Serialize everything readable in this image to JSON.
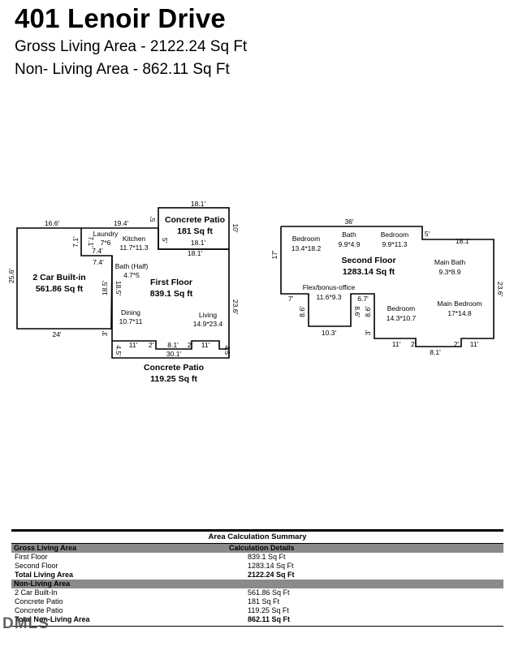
{
  "header": {
    "title": "401 Lenoir Drive",
    "gross_living": "Gross Living Area - 2122.24 Sq Ft",
    "non_living": "Non- Living Area - 862.11 Sq Ft"
  },
  "plan": {
    "garage": {
      "name": "2 Car Built-in",
      "area": "561.86 Sq ft"
    },
    "first_floor": {
      "name": "First Floor",
      "area": "839.1 Sq ft"
    },
    "second_floor": {
      "name": "Second Floor",
      "area": "1283.14 Sq ft"
    },
    "patio_top": {
      "name": "Concrete Patio",
      "area": "181 Sq ft"
    },
    "patio_bottom": {
      "name": "Concrete Patio",
      "area": "119.25 Sq ft"
    },
    "rooms": {
      "laundry": {
        "name": "Laundry",
        "size": "7*6"
      },
      "kitchen": {
        "name": "Kitchen",
        "size": "11.7*11.3"
      },
      "bath_half": {
        "name": "Bath (Half)",
        "size": "4.7*5"
      },
      "dining": {
        "name": "Dining",
        "size": "10.7*11"
      },
      "living": {
        "name": "Living",
        "size": "14.9*23.4"
      },
      "bedroom_1": {
        "name": "Bedroom",
        "size": "13.4*18.2"
      },
      "bath": {
        "name": "Bath",
        "size": "9.9*4.9"
      },
      "bedroom_2": {
        "name": "Bedroom",
        "size": "9.9*11.3"
      },
      "main_bath": {
        "name": "Main Bath",
        "size": "9.3*8.9"
      },
      "flex": {
        "name": "Flex/bonus-office",
        "size": "11.6*9.3"
      },
      "bedroom_3": {
        "name": "Bedroom",
        "size": "14.3*10.7"
      },
      "main_bedroom": {
        "name": "Main Bedroom",
        "size": "17*14.8"
      }
    },
    "dims": {
      "g_top": "16.6'",
      "g_left": "25.6'",
      "g_bottom": "24'",
      "g_right_bottom": "3'",
      "mid_top": "19.4'",
      "laundry_a": "7.1'",
      "laundry_b": "7.1'",
      "laundry_c": "7.4'",
      "laundry_d": "7.4'",
      "kit_v": "18.5'",
      "kit_v2": "18.5'",
      "patio_top_w": "18.1'",
      "patio_top_5a": "5'",
      "patio_top_5b": "5'",
      "patio_top_10": "10'",
      "patio_top_bot": "18.1'",
      "ff_top_right": "18.1'",
      "ff_right": "23.6'",
      "bot_11a": "11'",
      "bot_2a": "2'",
      "bot_81": "8.1'",
      "bot_2b": "2'",
      "bot_11b": "11'",
      "bot_45a": "4.5'",
      "bot_45b": "4.5'",
      "bot_301": "30.1'",
      "sf_top": "36'",
      "sf_5": "5'",
      "sf_181": "18.1'",
      "sf_left": "17'",
      "sf_right": "23.6'",
      "sf_7": "7'",
      "sf_86a": "8.6'",
      "sf_103": "10.3'",
      "sf_67": "6.7'",
      "sf_86b": "8.6'",
      "sf_86c": "8.6'",
      "sf_3": "3'",
      "sf_11a": "11'",
      "sf_2a": "2'",
      "sf_81": "8.1'",
      "sf_2b": "2'",
      "sf_11b": "11'"
    }
  },
  "summary": {
    "title": "Area Calculation Summary",
    "gla_header": "Gross Living Area",
    "calc_header": "Calculation Details",
    "gla_rows": [
      {
        "label": "First Floor",
        "value": "839.1 Sq Ft"
      },
      {
        "label": "Second Floor",
        "value": "1283.14 Sq Ft"
      }
    ],
    "gla_total": {
      "label": "Total Living Area",
      "value": "2122.24 Sq Ft"
    },
    "nla_header": "Non-Living Area",
    "nla_rows": [
      {
        "label": "2 Car Built-In",
        "value": "561.86 Sq Ft"
      },
      {
        "label": "Concrete Patio",
        "value": "181 Sq Ft"
      },
      {
        "label": "Concrete Patio",
        "value": "119.25 Sq Ft"
      }
    ],
    "nla_total": {
      "label": "Total Non-Living Area",
      "value": "862.11 Sq Ft"
    }
  },
  "logo": "DMLS"
}
